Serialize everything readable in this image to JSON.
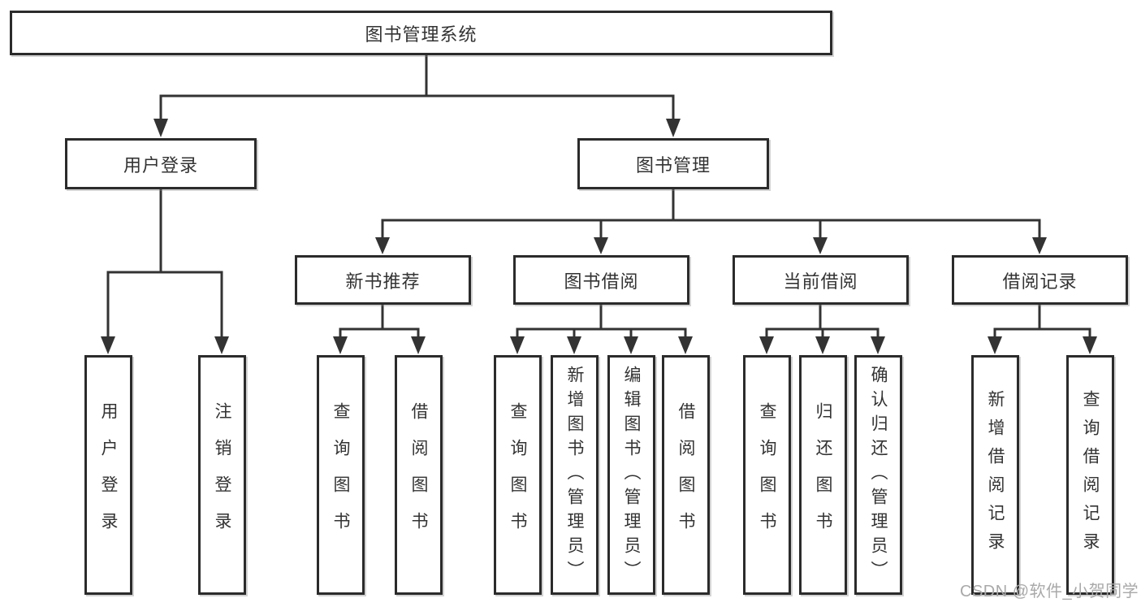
{
  "tree": {
    "root": {
      "label": "图书管理系统"
    },
    "level2": [
      {
        "label": "用户登录",
        "children": [
          {
            "label": "用户登录"
          },
          {
            "label": "注销登录"
          }
        ]
      },
      {
        "label": "图书管理",
        "children": [
          {
            "label": "新书推荐",
            "children": [
              {
                "label": "查询图书"
              },
              {
                "label": "借阅图书"
              }
            ]
          },
          {
            "label": "图书借阅",
            "children": [
              {
                "label": "查询图书"
              },
              {
                "label": "新增图书（管理员）"
              },
              {
                "label": "编辑图书（管理员）"
              },
              {
                "label": "借阅图书"
              }
            ]
          },
          {
            "label": "当前借阅",
            "children": [
              {
                "label": "查询图书"
              },
              {
                "label": "归还图书"
              },
              {
                "label": "确认归还（管理员）"
              }
            ]
          },
          {
            "label": "借阅记录",
            "children": [
              {
                "label": "新增借阅记录"
              },
              {
                "label": "查询借阅记录"
              }
            ]
          }
        ]
      }
    ]
  },
  "watermark": {
    "text": "CSDN @软件_小贺同学"
  },
  "colors": {
    "line": "#333333",
    "box_border": "#2b2b2b",
    "text": "#333333",
    "watermark": "#a9a9a9",
    "background": "#ffffff"
  }
}
